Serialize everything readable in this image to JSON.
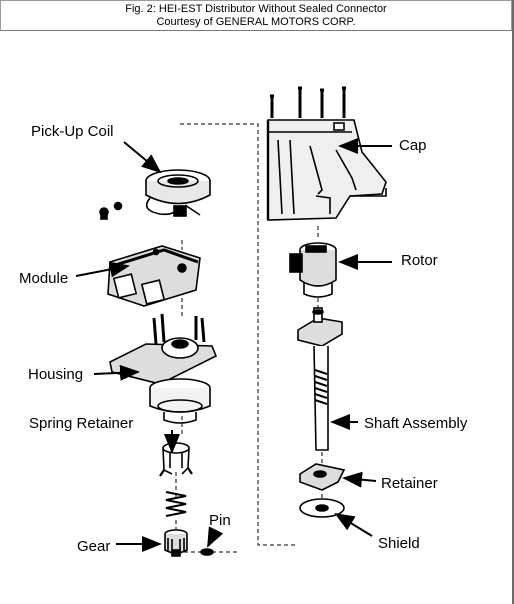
{
  "caption": {
    "line1": "Fig. 2: HEI-EST Distributor Without Sealed Connector",
    "line2": "Courtesy of GENERAL MOTORS CORP."
  },
  "labels": {
    "pickup_coil": "Pick-Up Coil",
    "module": "Module",
    "housing": "Housing",
    "spring_retainer": "Spring Retainer",
    "gear": "Gear",
    "pin": "Pin",
    "cap": "Cap",
    "rotor": "Rotor",
    "shaft_assembly": "Shaft Assembly",
    "retainer": "Retainer",
    "shield": "Shield"
  }
}
